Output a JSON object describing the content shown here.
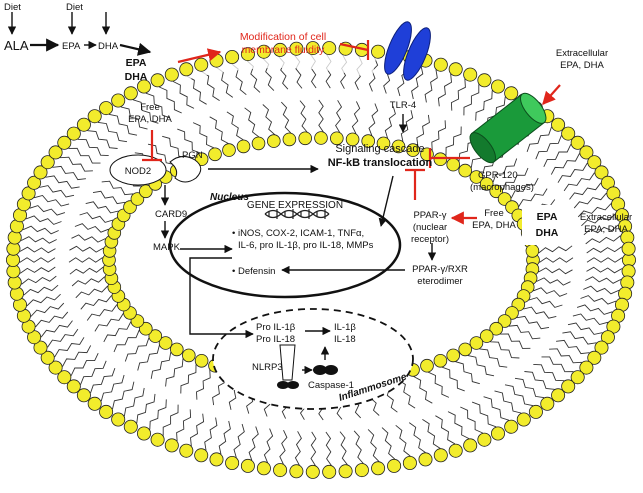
{
  "labels": {
    "diet_1": "Diet",
    "diet_2": "Diet",
    "ala": "ALA",
    "epa": "EPA",
    "dha": "DHA",
    "epa_dha_left_1": "EPA",
    "epa_dha_left_2": "DHA",
    "modification_1": "Modification of cell",
    "modification_2": "membrane fluidity",
    "extracellular_top_1": "Extracellular",
    "extracellular_top_2": "EPA, DHA",
    "tlr4": "TLR-4",
    "free_epa_dha_left_1": "Free",
    "free_epa_dha_left_2": "EPA, DHA",
    "signaling_1": "Signaling cascade",
    "signaling_2": "NF-kB translocation",
    "nod2": "NOD2",
    "pgn": "PGN",
    "gpr120_1": "GPR-120",
    "gpr120_2": "(macrophages)",
    "nucleus": "Nucleus",
    "gene_expression": "GENE EXPRESSION",
    "card9": "CARD9",
    "mapk": "MAPK",
    "genes_1": "• iNOS, COX-2, ICAM-1, TNFα,",
    "genes_2": "IL-6, pro IL-1β, pro IL-18, MMPs",
    "defensin": "• Defensin",
    "ppar_1": "PPAR-γ",
    "ppar_2": "(nuclear",
    "ppar_3": "receptor)",
    "free_epa_dha_right_1": "Free",
    "free_epa_dha_right_2": "EPA, DHA",
    "epa_dha_right_1": "EPA",
    "epa_dha_right_2": "DHA",
    "extracellular_right_1": "Extracellular",
    "extracellular_right_2": "EPA, DHA",
    "ppar_rxr_1": "PPAR-γ/RXR",
    "ppar_rxr_2": "eterodimer",
    "pro_il1b": "Pro IL-1β",
    "pro_il18": "Pro IL-18",
    "il1b": "IL-1β",
    "il18": "IL-18",
    "nlrp3": "NLRP3",
    "caspase1": "Caspase-1",
    "inflammosome": "Inflammosome"
  },
  "colors": {
    "lipid_head": "#f2ec2c",
    "lipid_outline": "#222222",
    "inhibit_red": "#e0261b",
    "tlr4_blue": "#1f3fd8",
    "gpr120_green": "#1a9a3a"
  }
}
